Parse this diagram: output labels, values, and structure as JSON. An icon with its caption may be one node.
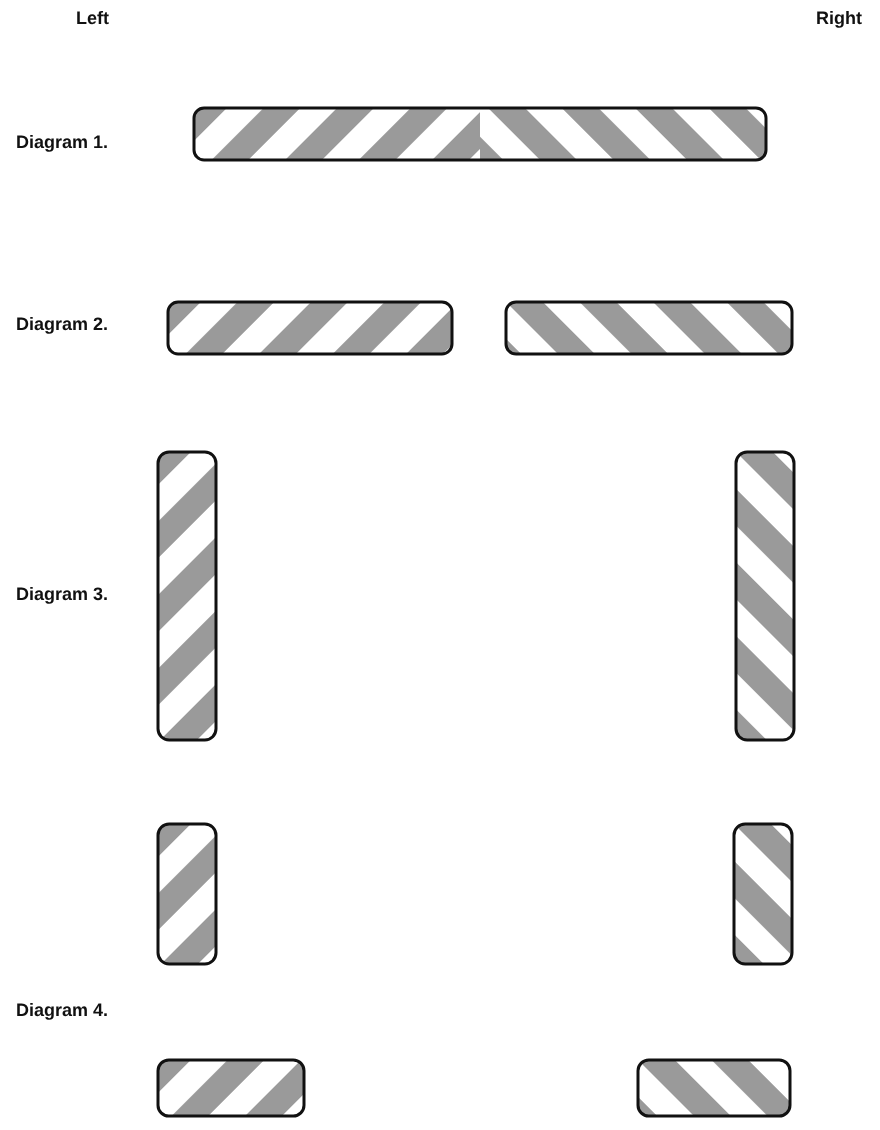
{
  "diagram": {
    "labels": [
      "Left",
      "Right",
      "Diagram 1.",
      "Diagram 2.",
      "Diagram 3.",
      "Diagram 4."
    ]
  }
}
